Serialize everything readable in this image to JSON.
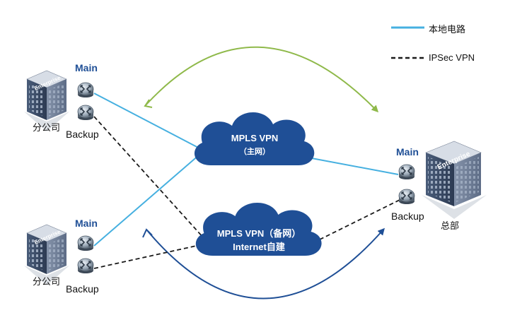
{
  "legend": {
    "local_circuit": "本地电路",
    "ipsec_vpn": "IPSec VPN"
  },
  "branch_top": {
    "site_label": "分公司",
    "main_label": "Main",
    "backup_label": "Backup",
    "building_sign": "Enterprise"
  },
  "branch_bottom": {
    "site_label": "分公司",
    "main_label": "Main",
    "backup_label": "Backup",
    "building_sign": "Enterprise"
  },
  "hq": {
    "site_label": "总部",
    "main_label": "Main",
    "backup_label": "Backup",
    "building_sign": "Enterprise"
  },
  "cloud_primary": {
    "line1": "MPLS VPN",
    "line2": "（主网）"
  },
  "cloud_backup": {
    "line1": "MPLS VPN（备网）",
    "line2": "Internet自建"
  },
  "colors": {
    "local_circuit": "#46b0e0",
    "ipsec_vpn": "#1a1a1a",
    "cloud": "#1f4f96",
    "top_arrow": "#8fb94a",
    "bottom_arrow": "#1f4f96"
  }
}
